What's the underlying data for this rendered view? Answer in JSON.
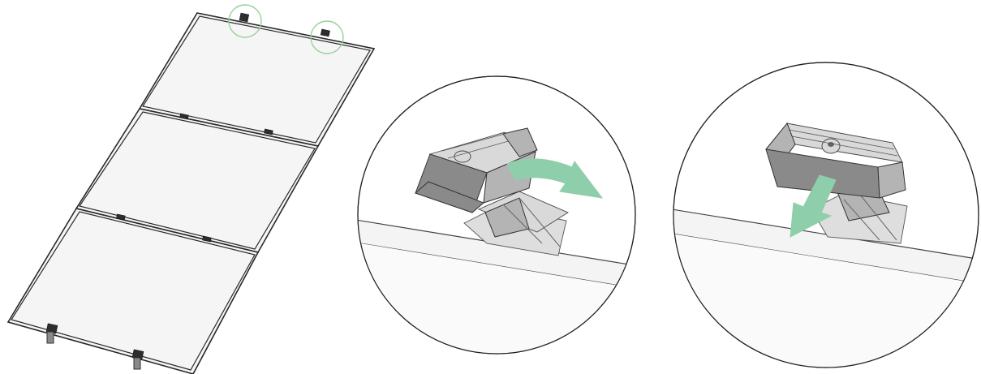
{
  "figure": {
    "panel_count": 3,
    "highlight_color": "#9ccf9c",
    "arrow_color": "#8fceaa",
    "panel_fill": "#f5f5f5",
    "outline_color": "#2a2a2a",
    "details": [
      {
        "id": "rotate-clamp-detail",
        "arrow": "curved-rotate-arrow"
      },
      {
        "id": "press-clamp-detail",
        "arrow": "down-arrow"
      }
    ]
  }
}
